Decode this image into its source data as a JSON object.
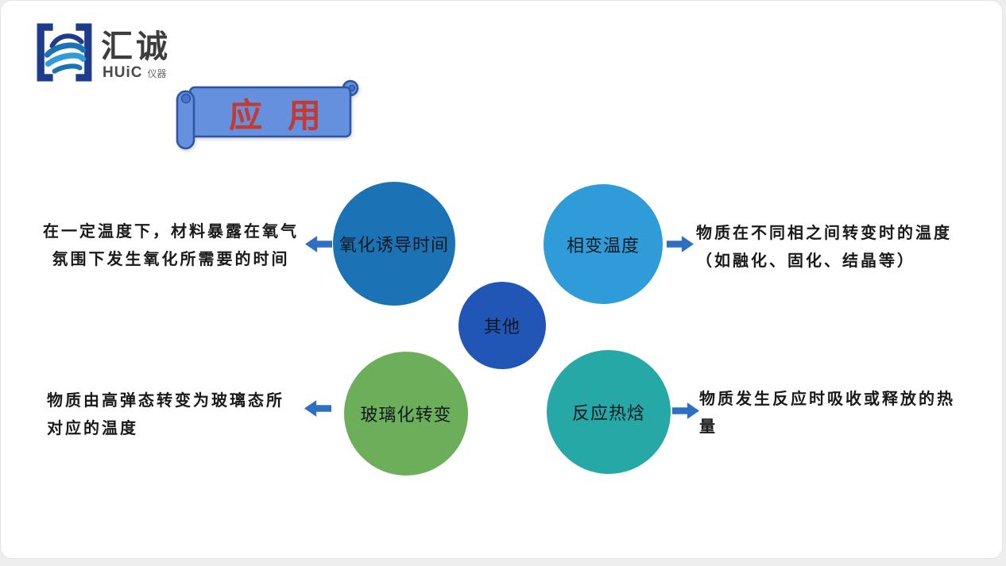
{
  "colors": {
    "banner-fill": "#6490DE",
    "banner-fill-dark": "#4a73c4",
    "banner-border": "#2E55A3",
    "banner-text": "#C5392F",
    "arrow": "#2E6FC4",
    "node-oit": "#1B72B5",
    "node-phase": "#2F9BD8",
    "node-other": "#2156B7",
    "node-glass": "#6DAE5B",
    "node-enthalpy": "#26A8A6",
    "text": "#1A1A1A",
    "logo-navy": "#1E3C8C",
    "logo-mid-blue": "#1B72B5",
    "logo-light-blue": "#2F9BD8"
  },
  "logo": {
    "name": "汇诚",
    "latin": "HUiC",
    "suffix": "仪器"
  },
  "banner": {
    "title": "应 用"
  },
  "diagram": {
    "center": {
      "label": "其他"
    },
    "nodes": [
      {
        "id": "oxidation-induction-time",
        "label": "氧化诱导时间",
        "line1": "在一定温度下，材料暴露在氧气",
        "line2": "氛围下发生氧化所需要的时间"
      },
      {
        "id": "phase-transition-temperature",
        "label": "相变温度",
        "line1": "物质在不同相之间转变时的温度",
        "line2": "（如融化、固化、结晶等）"
      },
      {
        "id": "glass-transition",
        "label": "玻璃化转变",
        "line1": "物质由高弹态转变为玻璃态所",
        "line2": "对应的温度"
      },
      {
        "id": "reaction-enthalpy",
        "label": "反应热焓",
        "line1": "物质发生反应时吸收或释放的热",
        "line2": "量"
      }
    ]
  }
}
